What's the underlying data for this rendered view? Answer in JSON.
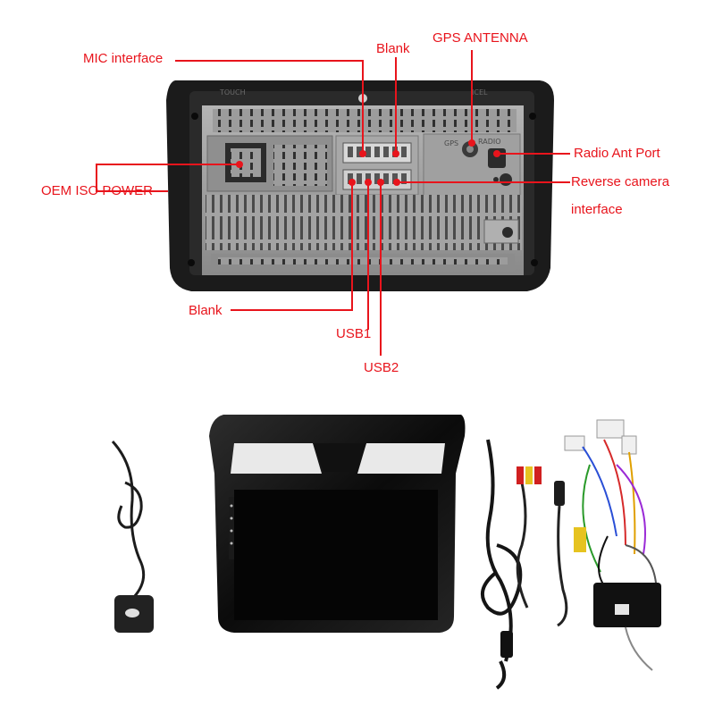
{
  "labels": {
    "mic_interface": "MIC interface",
    "blank_top": "Blank",
    "gps_antenna": "GPS ANTENNA",
    "radio_ant_port": "Radio Ant Port",
    "oem_iso_power": "OEM ISO POWER",
    "reverse_camera_line1": "Reverse camera",
    "reverse_camera_line2": "interface",
    "blank_bottom": "Blank",
    "usb1": "USB1",
    "usb2": "USB2"
  },
  "unit_markings": {
    "gps": "GPS",
    "radio": "RADIO",
    "left_stamp": "TOUCH",
    "right_stamp": "ICEL"
  },
  "colors": {
    "callout": "#e8141c",
    "bezel": "#1a1a1a",
    "metal": "#9a9a9a",
    "metal_dark": "#5d5d5d",
    "screen": "#050505"
  },
  "icons": {
    "gps_module": "gps-antenna-puck-icon",
    "head_unit": "head-unit-icon",
    "harness": "wiring-harness-icon"
  }
}
